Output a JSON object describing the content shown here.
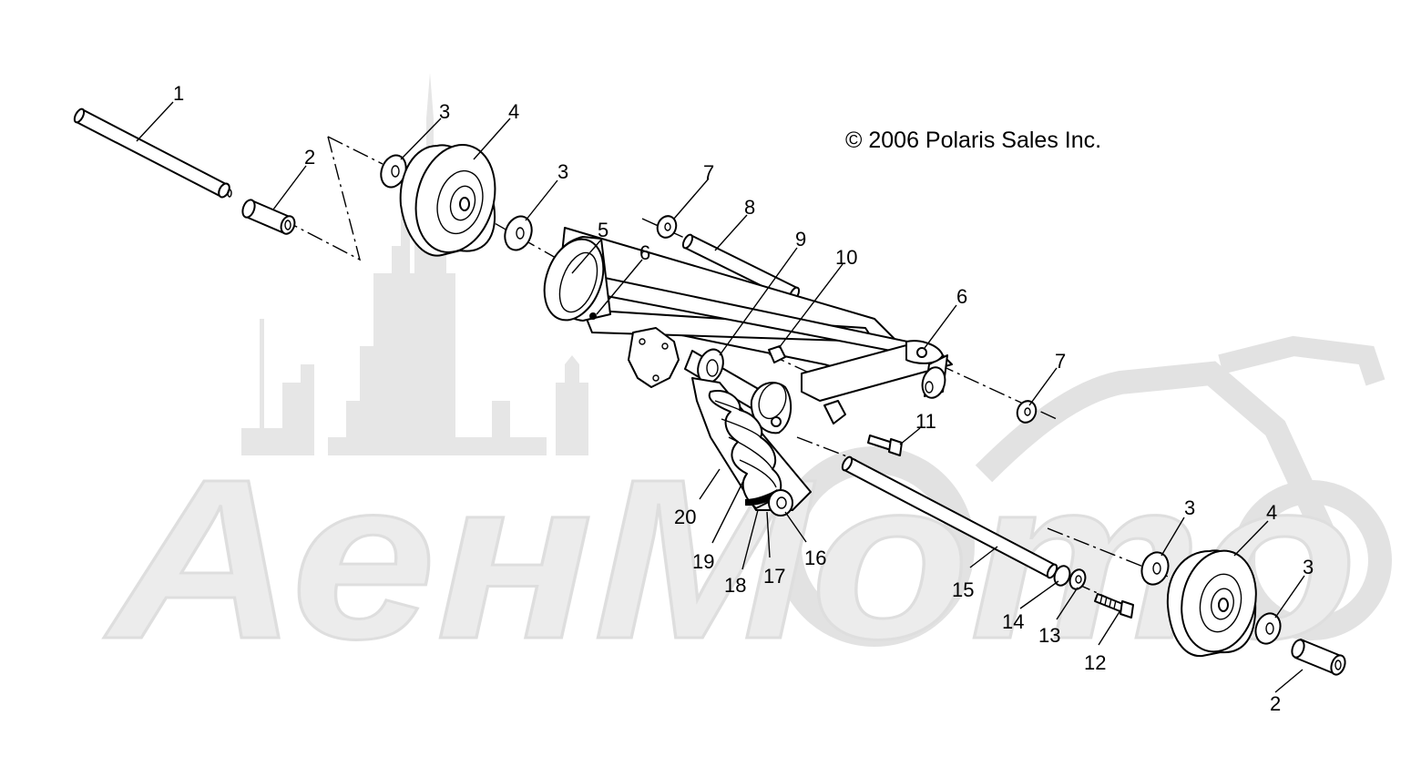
{
  "copyright": "© 2006 Polaris Sales Inc.",
  "watermark_text": "АенМото",
  "callouts": [
    {
      "id": "c1",
      "text": "1"
    },
    {
      "id": "c2a",
      "text": "2"
    },
    {
      "id": "c3a",
      "text": "3"
    },
    {
      "id": "c4a",
      "text": "4"
    },
    {
      "id": "c3b",
      "text": "3"
    },
    {
      "id": "c5",
      "text": "5"
    },
    {
      "id": "c6a",
      "text": "6"
    },
    {
      "id": "c7a",
      "text": "7"
    },
    {
      "id": "c8",
      "text": "8"
    },
    {
      "id": "c9",
      "text": "9"
    },
    {
      "id": "c10",
      "text": "10"
    },
    {
      "id": "c6b",
      "text": "6"
    },
    {
      "id": "c7b",
      "text": "7"
    },
    {
      "id": "c11",
      "text": "11"
    },
    {
      "id": "c20",
      "text": "20"
    },
    {
      "id": "c19",
      "text": "19"
    },
    {
      "id": "c18",
      "text": "18"
    },
    {
      "id": "c17",
      "text": "17"
    },
    {
      "id": "c16",
      "text": "16"
    },
    {
      "id": "c15",
      "text": "15"
    },
    {
      "id": "c14",
      "text": "14"
    },
    {
      "id": "c13",
      "text": "13"
    },
    {
      "id": "c12",
      "text": "12"
    },
    {
      "id": "c3c",
      "text": "3"
    },
    {
      "id": "c4b",
      "text": "4"
    },
    {
      "id": "c3d",
      "text": "3"
    },
    {
      "id": "c2b",
      "text": "2"
    }
  ]
}
